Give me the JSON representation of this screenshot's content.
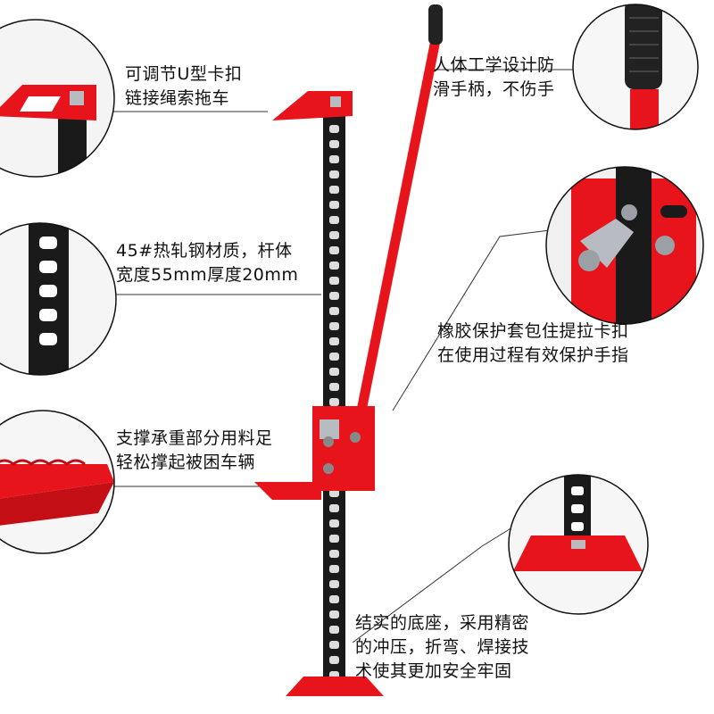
{
  "captions": {
    "u_hook": [
      "可调节U型卡扣",
      "链接绳索拖车"
    ],
    "handle": [
      "人体工学设计防",
      "滑手柄，不伤手"
    ],
    "steel": [
      "45#热轧钢材质，杆体",
      "宽度55mm厚度20mm"
    ],
    "rubber": [
      "橡胶保护套包住提拉卡扣",
      "在使用过程有效保护手指"
    ],
    "foot": [
      "支撑承重部分用料足",
      "轻松撑起被困车辆"
    ],
    "base": [
      "结实的底座，采用精密",
      "的冲压，折弯、焊接技",
      "术使其更加安全牢固"
    ]
  },
  "colors": {
    "jack_red": "#e8141c",
    "bar_black": "#1a1a1a",
    "handle_grip": "#222222",
    "metal": "#b8bcc2"
  }
}
